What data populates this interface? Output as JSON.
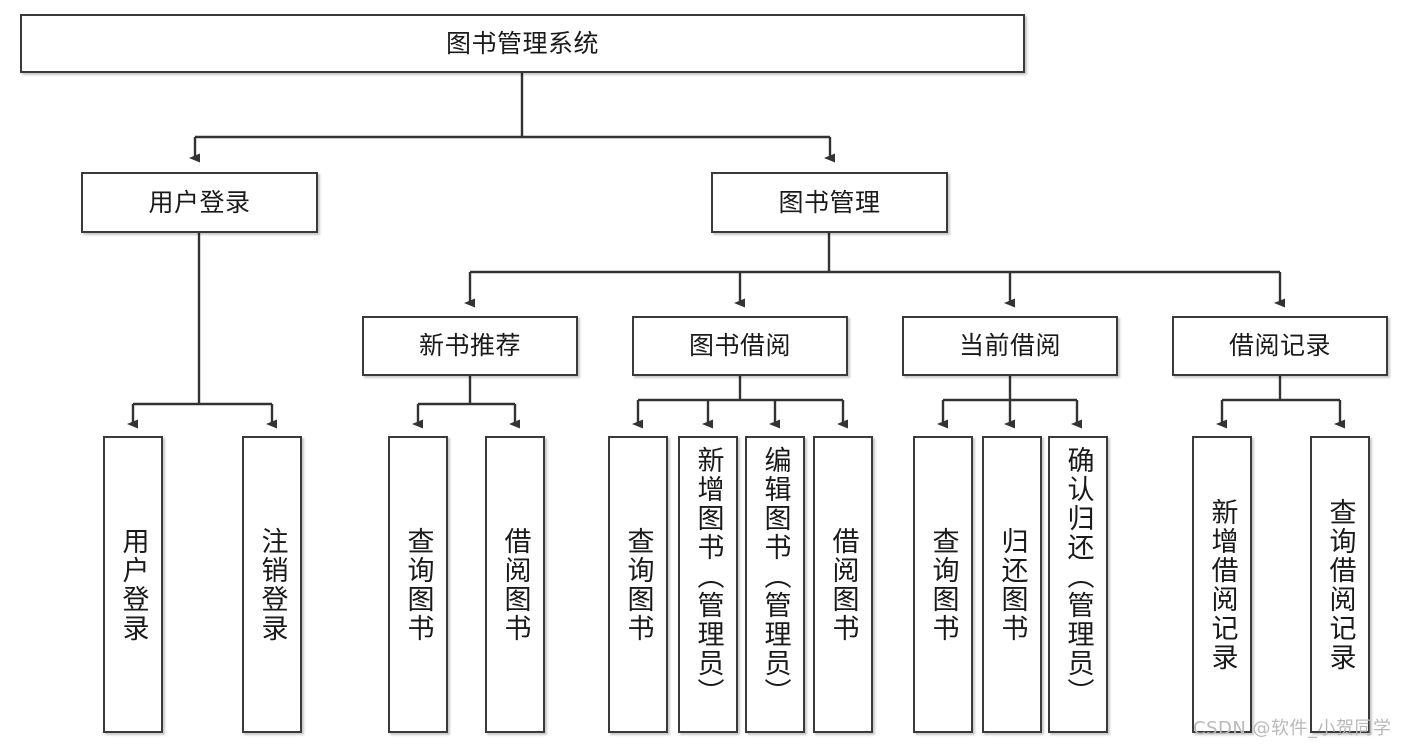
{
  "diagram": {
    "type": "tree",
    "title": "图书管理系统",
    "orientation": "top-down",
    "watermark": "CSDN @软件_小贺同学",
    "colors": {
      "box_border": "#3a3a3a",
      "box_fill": "#ffffff",
      "edge": "#333333",
      "text": "#1a1a1a",
      "watermark": "#b9b9b9"
    }
  },
  "nodes": {
    "root": {
      "label": "图书管理系统"
    },
    "level2": [
      {
        "id": "user-login",
        "label": "用户登录"
      },
      {
        "id": "book-manage",
        "label": "图书管理"
      }
    ],
    "level3": [
      {
        "id": "new-book-recommend",
        "label": "新书推荐"
      },
      {
        "id": "book-borrow",
        "label": "图书借阅"
      },
      {
        "id": "current-borrow",
        "label": "当前借阅"
      },
      {
        "id": "borrow-record",
        "label": "借阅记录"
      }
    ],
    "leaves": {
      "user_login": [
        {
          "id": "leaf-user-login",
          "label": "用户登录"
        },
        {
          "id": "leaf-logout-login",
          "label": "注销登录"
        }
      ],
      "new_book_recommend": [
        {
          "id": "leaf-query-book-1",
          "label": "查询图书"
        },
        {
          "id": "leaf-borrow-book-1",
          "label": "借阅图书"
        }
      ],
      "book_borrow": [
        {
          "id": "leaf-query-book-2",
          "label": "查询图书"
        },
        {
          "id": "leaf-add-book",
          "label": "新增图书（管理员）"
        },
        {
          "id": "leaf-edit-book",
          "label": "编辑图书（管理员）"
        },
        {
          "id": "leaf-borrow-book-2",
          "label": "借阅图书"
        }
      ],
      "current_borrow": [
        {
          "id": "leaf-query-book-3",
          "label": "查询图书"
        },
        {
          "id": "leaf-return-book",
          "label": "归还图书"
        },
        {
          "id": "leaf-confirm-return",
          "label": "确认归还（管理员）"
        }
      ],
      "borrow_record": [
        {
          "id": "leaf-add-borrow-record",
          "label": "新增借阅记录"
        },
        {
          "id": "leaf-query-borrow-record",
          "label": "查询借阅记录"
        }
      ]
    }
  }
}
